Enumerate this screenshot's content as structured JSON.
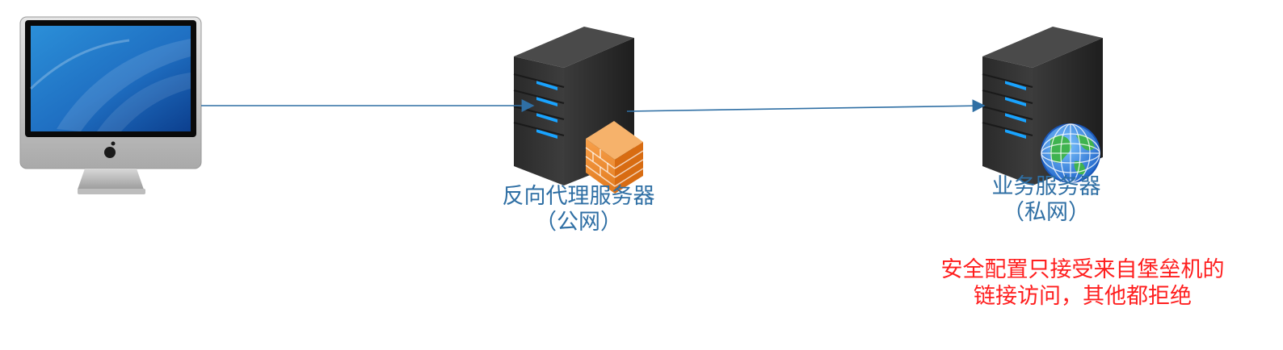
{
  "nodes": {
    "client": {
      "icon": "imac-computer-icon"
    },
    "proxy_server": {
      "icon": "server-tower-icon",
      "badge_icon": "firewall-icon",
      "name": "反向代理服务器",
      "network": "（公网）"
    },
    "business_server": {
      "icon": "server-tower-icon",
      "badge_icon": "globe-icon",
      "name": "业务服务器",
      "network": "（私网）"
    }
  },
  "note": {
    "line1": "安全配置只接受来自堡垒机的",
    "line2": "链接访问，其他都拒绝"
  },
  "colors": {
    "arrow": "#2f6fa4",
    "label": "#2f6fa4",
    "note": "#ff1e1e"
  }
}
